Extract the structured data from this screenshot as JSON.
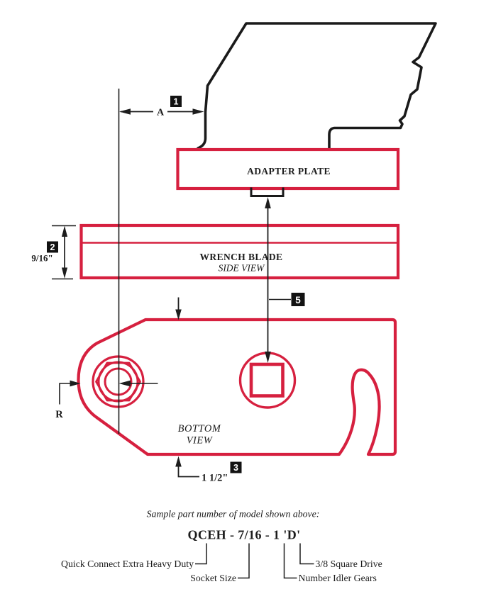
{
  "colors": {
    "red": "#d6203f",
    "black": "#1c1c1c"
  },
  "views": {
    "adapter_plate_label": "ADAPTER PLATE",
    "wrench_blade_label": "WRENCH BLADE",
    "side_view_label": "SIDE VIEW",
    "bottom_view_line1": "BOTTOM",
    "bottom_view_line2": "VIEW"
  },
  "markers": {
    "m1": "1",
    "m2": "2",
    "m3": "3",
    "m5": "5"
  },
  "dimensions": {
    "a_label": "A",
    "blade_thickness": "9/16\"",
    "end_offset": "1 1/2\"",
    "radius_label": "R"
  },
  "part_number": {
    "intro": "Sample part number of model shown above:",
    "code": "QCEH - 7/16 - 1 'D'",
    "callouts": {
      "qceh": "Quick Connect Extra Heavy Duty",
      "socket_size": "Socket Size",
      "square_drive": "3/8 Square Drive",
      "idler_gears": "Number Idler Gears"
    }
  }
}
